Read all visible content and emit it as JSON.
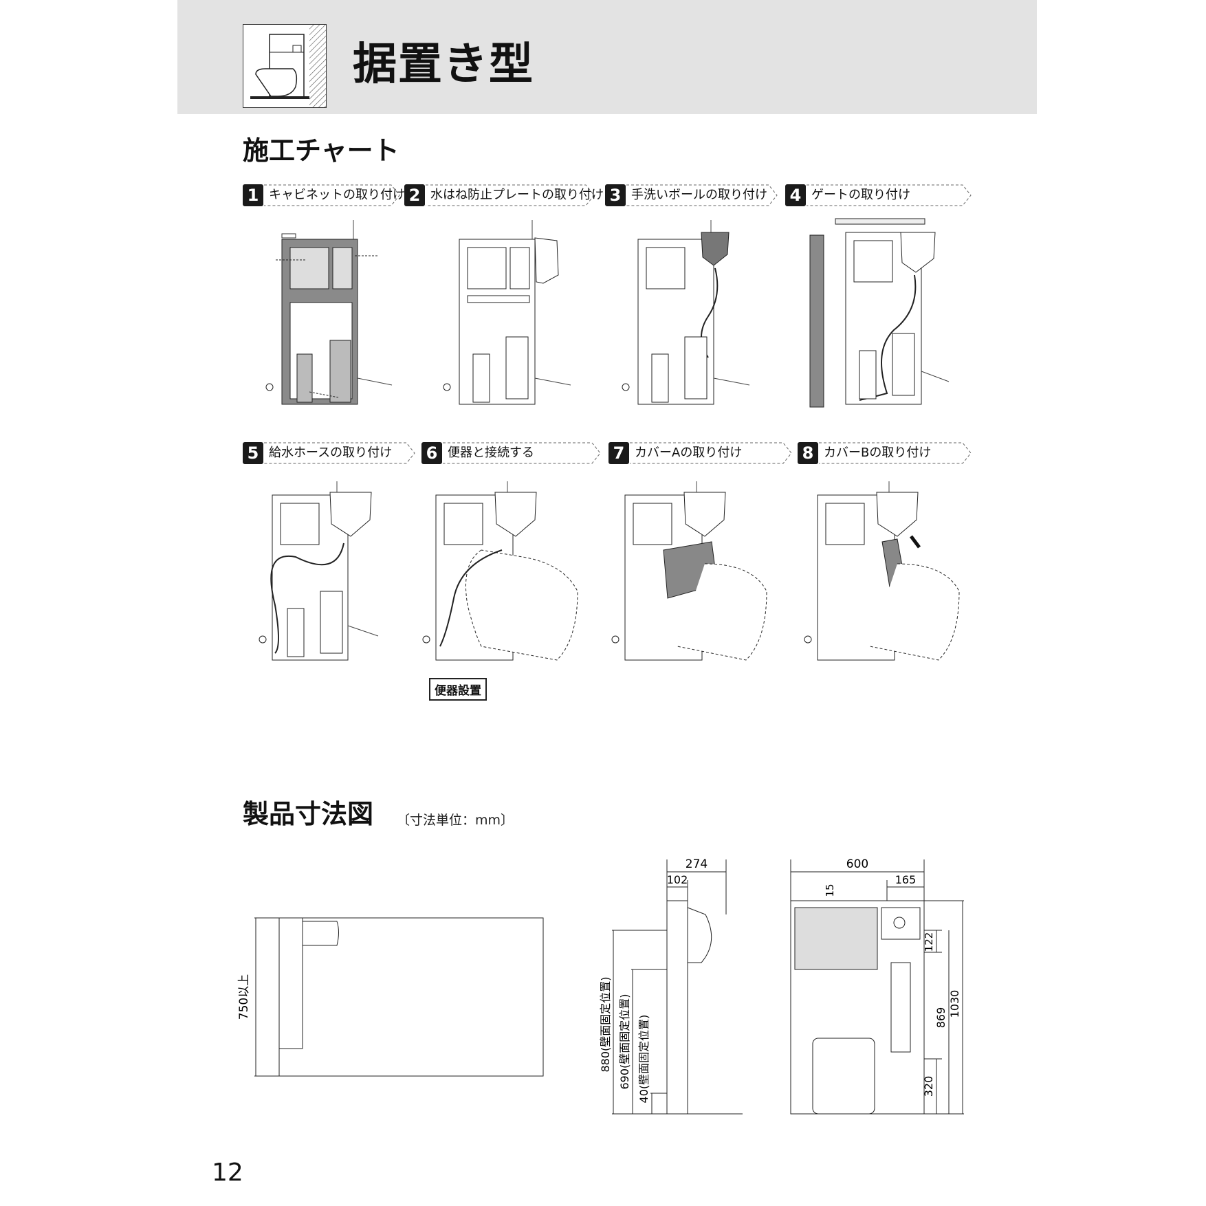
{
  "header": {
    "title": "据置き型"
  },
  "flow": {
    "title": "施工チャート",
    "steps": [
      {
        "num": "1",
        "label": "キャビネットの取り付け"
      },
      {
        "num": "2",
        "label": "水はね防止プレートの取り付け"
      },
      {
        "num": "3",
        "label": "手洗いボールの取り付け"
      },
      {
        "num": "4",
        "label": "ゲートの取り付け"
      },
      {
        "num": "5",
        "label": "給水ホースの取り付け"
      },
      {
        "num": "6",
        "label": "便器と接続する"
      },
      {
        "num": "7",
        "label": "カバーAの取り付け"
      },
      {
        "num": "8",
        "label": "カバーBの取り付け"
      }
    ],
    "callout": "便器設置"
  },
  "dimensions": {
    "title": "製品寸法図",
    "unit_note": "〔寸法単位：mm〕",
    "plan": {
      "depth": "750以上"
    },
    "side": {
      "total": "274",
      "inner": "102",
      "h880": "880(壁面固定位置)",
      "h690": "690(壁面固定位置)",
      "h40": "40(壁面固定位置)"
    },
    "front": {
      "width": "600",
      "bowl": "165",
      "top": "15",
      "h122": "122",
      "h869": "869",
      "h1030": "1030",
      "h320": "320"
    }
  },
  "footer": {
    "page_number": "12"
  }
}
